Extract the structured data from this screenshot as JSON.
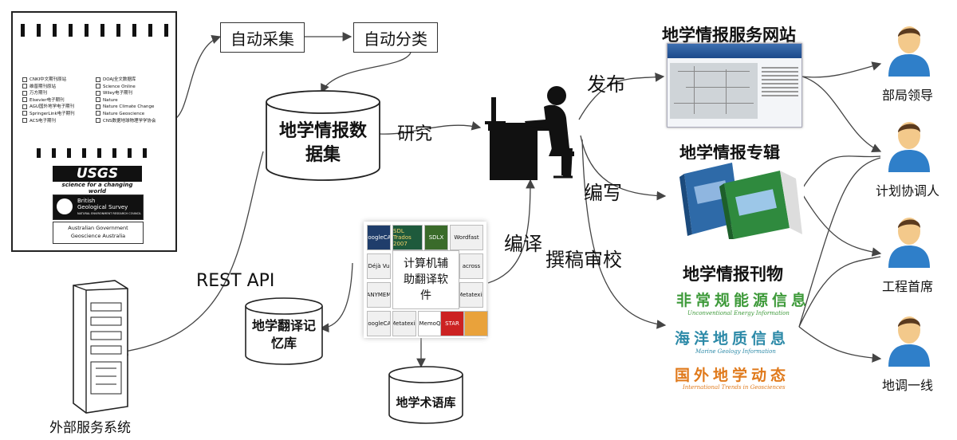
{
  "sources": {
    "items": [
      "CNKI中文期刊原站",
      "维普期刊原站",
      "万方期刊",
      "Elsevier电子期刊",
      "AGU国外地学电子期刊",
      "SpringerLink电子期刊",
      "ACS电子期刊",
      "DOAJ全文数据库",
      "Science Online",
      "Wiley电子期刊",
      "Nature",
      "Nature Climate Change",
      "Nature Geoscience",
      "CNS数据地球物理学学协会"
    ],
    "logos": {
      "usgs": "USGS",
      "usgs_tagline": "science for a changing world",
      "bgs_line1": "British",
      "bgs_line2": "Geological Survey",
      "bgs_sub": "NATURAL ENVIRONMENT RESEARCH COUNCIL",
      "ga_line1": "Australian Government",
      "ga_line2": "Geoscience Australia"
    }
  },
  "process": {
    "auto_collect": "自动采集",
    "auto_classify": "自动分类",
    "dataset_line1": "地学情报数",
    "dataset_line2": "据集",
    "research": "研究",
    "rest_api": "REST API",
    "external_system": "外部服务系统",
    "memory_line1": "地学翻译记",
    "memory_line2": "忆库",
    "cat_line1": "计算机辅",
    "cat_line2": "助翻译软",
    "cat_line3": "件",
    "term_db": "地学术语库",
    "translate": "编译",
    "write_review": "撰稿审校",
    "publish": "发布",
    "compile": "编写"
  },
  "software_tiles": [
    "SDL Trados 2007",
    "SDLX",
    "Déjà Vu",
    "across",
    "Wordfast",
    "MemoQ",
    "STAR",
    "Metatexis",
    "GoogleCAT",
    "ANYMEM"
  ],
  "outputs": {
    "website_title": "地学情报服务网站",
    "album_title": "地学情报专辑",
    "periodical_title": "地学情报刊物",
    "journals": [
      {
        "name": "非常规能源信息",
        "sub": "Unconventional Energy Information",
        "color": "#3e9a3a"
      },
      {
        "name": "海洋地质信息",
        "sub": "Marine Geology Information",
        "color": "#2d8aa8"
      },
      {
        "name": "国外地学动态",
        "sub": "International Trends in Geosciences",
        "color": "#e07a1c"
      }
    ]
  },
  "users": [
    "部局领导",
    "计划协调人",
    "工程首席",
    "地调一线"
  ],
  "colors": {
    "arrow": "#444",
    "person_blue": "#2f7fc9",
    "person_face": "#f3c98b"
  }
}
